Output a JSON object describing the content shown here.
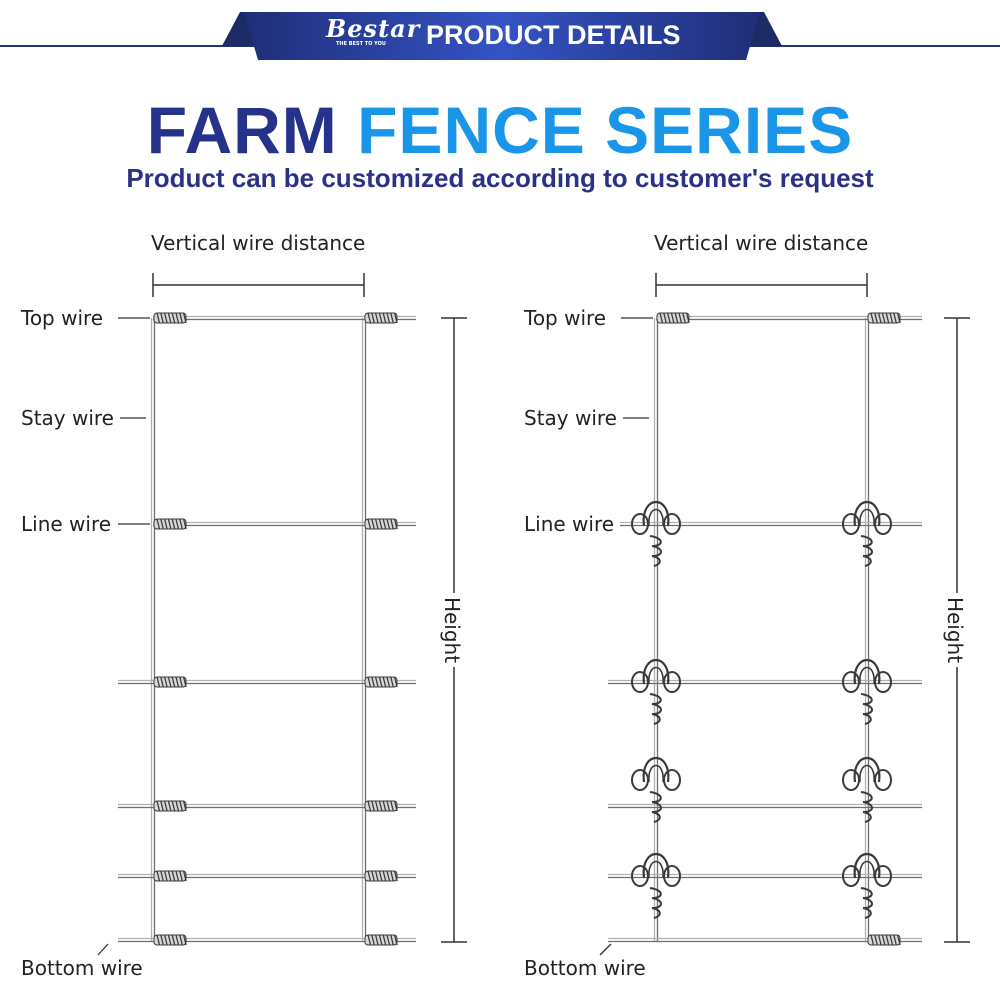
{
  "header": {
    "logo_text": "Bestar",
    "logo_tagline": "THE BEST TO YOU",
    "banner_title": "PRODUCT DETAILS"
  },
  "title": {
    "part1": "FARM",
    "part2": "FENCE SERIES",
    "subtitle": "Product can be customized according to customer's request"
  },
  "colors": {
    "navy": "#23346e",
    "title_blue": "#26328a",
    "title_light_blue": "#1a96e8",
    "wire": "#8a8a8a"
  },
  "diagrams": [
    {
      "knot": "hinge-joint",
      "labels": {
        "distance": "Vertical wire distance",
        "top": "Top wire",
        "stay": "Stay wire",
        "line": "Line wire",
        "height": "Height",
        "bottom": "Bottom wire"
      }
    },
    {
      "knot": "fixed-knot",
      "labels": {
        "distance": "Vertical wire distance",
        "top": "Top wire",
        "stay": "Stay wire",
        "line": "Line wire",
        "height": "Height",
        "bottom": "Bottom wire"
      }
    }
  ]
}
